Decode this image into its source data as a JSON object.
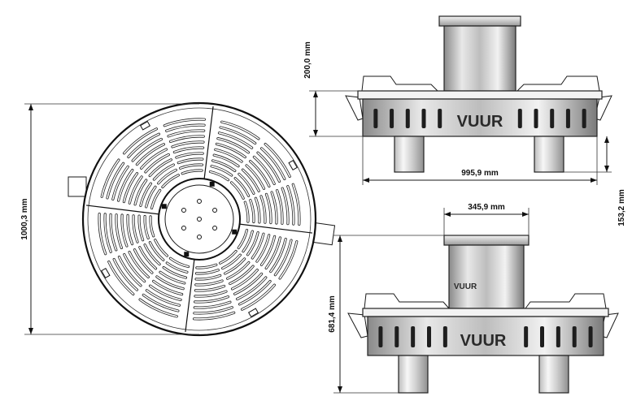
{
  "brand": "VUUR",
  "dimensions": {
    "plan_diameter": "1000,3 mm",
    "upper_height": "200,0 mm",
    "upper_width": "995,9 mm",
    "leg_height": "153,2 mm",
    "chimney_width": "345,9 mm",
    "total_height": "681,4 mm"
  }
}
